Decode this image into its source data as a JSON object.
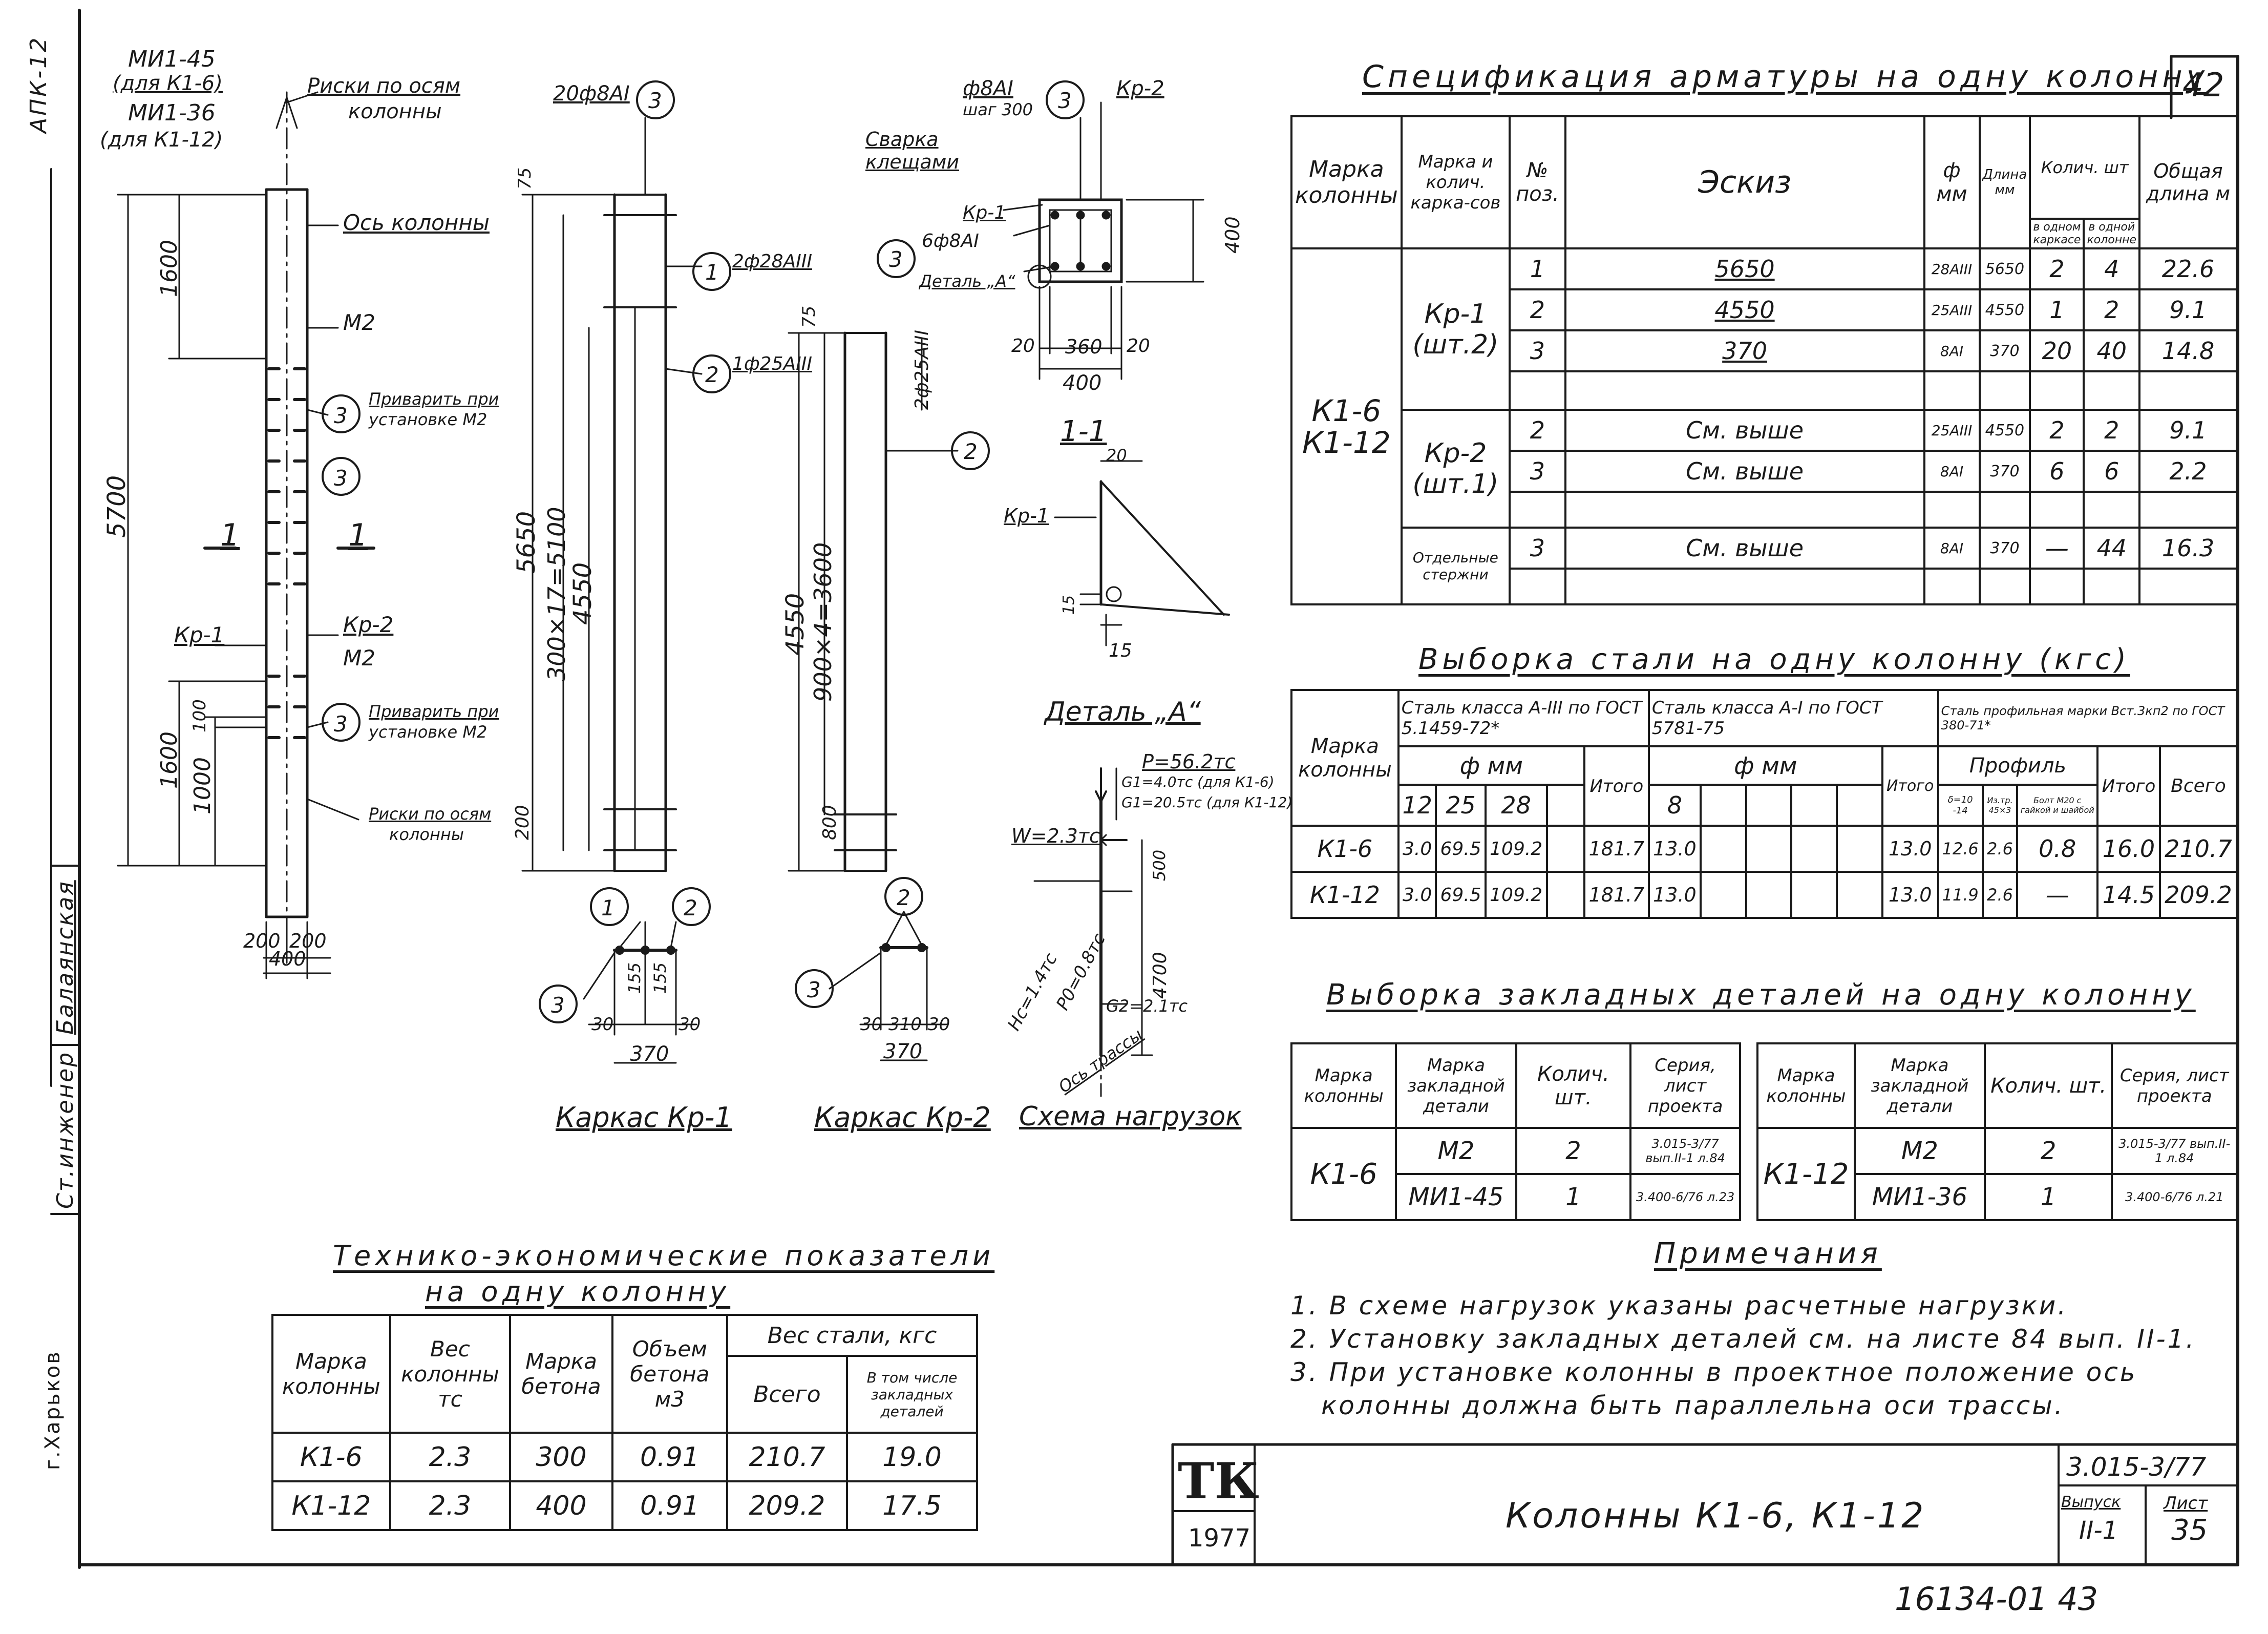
{
  "sheet": {
    "number": "42",
    "left_margin": {
      "tag": "АПК-12",
      "role": "Ст.инженер",
      "name": "Балаянская",
      "city": "г.Харьков"
    },
    "stamp_code": "16134-01 43"
  },
  "drawing": {
    "column_labels": {
      "mi_45": "МИ1-45",
      "mi_45_note": "(для К1-6)",
      "mi_36": "МИ1-36",
      "mi_36_note": "(для К1-12)",
      "riski_top_1": "Риски по осям",
      "riski_top_2": "колонны",
      "os_kolonny": "Ось колонны",
      "m2_a": "М2",
      "weld_a1": "Приварить при",
      "weld_a2": "установке М2",
      "kp2": "Кр-2",
      "kp1": "Кр-1",
      "m2_b": "М2",
      "weld_b1": "Приварить при",
      "weld_b2": "установке М2",
      "riski_bot_1": "Риски по осям",
      "riski_bot_2": "колонны",
      "section_1": "1",
      "pos_3": "3",
      "d_5700": "5700",
      "d_1600a": "1600",
      "d_1600b": "1600",
      "d_1000": "1000",
      "d_100": "100",
      "d_200a": "200",
      "d_200b": "200",
      "d_400": "400"
    },
    "kr1": {
      "bars_top": "20ф8АI",
      "bar1": "2ф28АIII",
      "bar2": "1ф25АIII",
      "d_5650": "5650",
      "d_4550": "4550",
      "d_grid": "300×17=5100",
      "d_75": "75",
      "d_200": "200",
      "sec_30a": "30",
      "sec_155a": "155",
      "sec_155b": "155",
      "sec_30b": "30",
      "sec_370": "370",
      "caption": "Каркас Кр-1"
    },
    "kr2": {
      "bars_top": "ф8АI",
      "step": "шаг 300",
      "label": "Кр-2",
      "bar2": "2ф25АIII",
      "d_4550": "4550",
      "d_grid": "900×4=3600",
      "d_800": "800",
      "d_75": "75",
      "sec_30a": "30",
      "sec_310": "310",
      "sec_30b": "30",
      "sec_370": "370",
      "caption": "Каркас Кр-2"
    },
    "section": {
      "weld": "Сварка клещами",
      "kp1": "Кр-1",
      "kp1_bars": "6ф8АI",
      "detail": "Деталь „А“",
      "d_20a": "20",
      "d_360": "360",
      "d_20b": "20",
      "d_400w": "400",
      "d_400h": "400",
      "title": "1-1"
    },
    "detail_a": {
      "kp1": "Кр-1",
      "d_20": "20",
      "d_15a": "15",
      "d_15b": "15",
      "title": "Деталь „А“"
    },
    "loads": {
      "p": "P=56.2тс",
      "g1a": "G1=4.0тс (для К1-6)",
      "g1b": "G1=20.5тс (для К1-12)",
      "w": "W=2.3тс",
      "hs": "Нс=1.4тс",
      "p0": "P0=0.8тс",
      "g2": "G2=2.1тс",
      "d_500": "500",
      "d_4700": "4700",
      "axis": "Ось трассы",
      "caption": "Схема нагрузок"
    }
  },
  "spec": {
    "title": "Спецификация арматуры на одну колонну",
    "headers": {
      "marka": "Марка колонны",
      "frame": "Марка и колич. карка-сов",
      "pos": "№ поз.",
      "sketch": "Эскиз",
      "diam": "ф мм",
      "len": "Длина мм",
      "count": "Колич. шт",
      "count_frame": "в одном каркасе",
      "count_col": "в одной колонне",
      "total": "Общая длина м"
    },
    "column_mark": "К1-6 К1-12",
    "frame_kr1": "Кр-1 (шт.2)",
    "frame_kr2": "Кр-2 (шт.1)",
    "frame_sep": "Отдельные стержни",
    "rows": [
      {
        "pos": "1",
        "sketch": "5650",
        "d": "28АIII",
        "len": "5650",
        "n1": "2",
        "n2": "4",
        "total": "22.6"
      },
      {
        "pos": "2",
        "sketch": "4550",
        "d": "25АIII",
        "len": "4550",
        "n1": "1",
        "n2": "2",
        "total": "9.1"
      },
      {
        "pos": "3",
        "sketch": "370",
        "d": "8АI",
        "len": "370",
        "n1": "20",
        "n2": "40",
        "total": "14.8"
      },
      {
        "pos": "2",
        "sketch": "См. выше",
        "d": "25АIII",
        "len": "4550",
        "n1": "2",
        "n2": "2",
        "total": "9.1"
      },
      {
        "pos": "3",
        "sketch": "См. выше",
        "d": "8АI",
        "len": "370",
        "n1": "6",
        "n2": "6",
        "total": "2.2"
      },
      {
        "pos": "3",
        "sketch": "См. выше",
        "d": "8АI",
        "len": "370",
        "n1": "—",
        "n2": "44",
        "total": "16.3"
      }
    ]
  },
  "steel": {
    "title": "Выборка стали на одну колонну (кгс)",
    "h_marka": "Марка колонны",
    "h_a3": "Сталь класса А-III по ГОСТ 5.1459-72*",
    "h_a1": "Сталь класса А-I по ГОСТ 5781-75",
    "h_prof": "Сталь профильная марки Вст.3кп2 по ГОСТ 380-71*",
    "h_fmm1": "ф мм",
    "h_fmm2": "ф мм",
    "h_profile": "Профиль",
    "h_12": "12",
    "h_25": "25",
    "h_28": "28",
    "h_itogo1": "Итого",
    "h_8": "8",
    "h_itogo2": "Итого",
    "h_p1": "δ=10 -14",
    "h_p2": "Из.тр. 45×3",
    "h_p3": "Болт М20 с гайкой и шайбой",
    "h_itogo3": "Итого",
    "h_vsego": "Всего",
    "rows": [
      {
        "mark": "К1-6",
        "v12": "3.0",
        "v25": "69.5",
        "v28": "109.2",
        "it1": "181.7",
        "v8": "13.0",
        "it2": "13.0",
        "p1": "12.6",
        "p2": "2.6",
        "p3": "0.8",
        "it3": "16.0",
        "all": "210.7"
      },
      {
        "mark": "К1-12",
        "v12": "3.0",
        "v25": "69.5",
        "v28": "109.2",
        "it1": "181.7",
        "v8": "13.0",
        "it2": "13.0",
        "p1": "11.9",
        "p2": "2.6",
        "p3": "—",
        "it3": "14.5",
        "all": "209.2"
      }
    ]
  },
  "embedded": {
    "title": "Выборка закладных деталей на одну колонну",
    "h_col": "Марка колонны",
    "h_det": "Марка закладной детали",
    "h_qty": "Колич. шт.",
    "h_ser": "Серия, лист проекта",
    "left": {
      "col": "К1-6",
      "rows": [
        {
          "det": "М2",
          "qty": "2",
          "ser": "3.015-3/77 вып.II-1 л.84"
        },
        {
          "det": "МИ1-45",
          "qty": "1",
          "ser": "3.400-6/76 л.23"
        }
      ]
    },
    "right": {
      "col": "К1-12",
      "rows": [
        {
          "det": "М2",
          "qty": "2",
          "ser": "3.015-3/77 вып.II-1 л.84"
        },
        {
          "det": "МИ1-36",
          "qty": "1",
          "ser": "3.400-6/76 л.21"
        }
      ]
    }
  },
  "notes": {
    "title": "Примечания",
    "items": [
      "1. В схеме нагрузок указаны расчетные нагрузки.",
      "2. Установку закладных деталей см. на листе 84 вып. II-1.",
      "3. При установке колонны в проектное положение ось",
      "колонны должна быть параллельна оси трассы."
    ]
  },
  "tep": {
    "title1": "Технико-экономические показатели",
    "title2": "на одну колонну",
    "h_mark": "Марка колонны",
    "h_weight": "Вес колонны тс",
    "h_concrete": "Марка бетона",
    "h_volume": "Объем бетона м3",
    "h_steel": "Вес стали, кгс",
    "h_total": "Всего",
    "h_incl": "В том числе закладных деталей",
    "rows": [
      {
        "mark": "К1-6",
        "weight": "2.3",
        "concrete": "300",
        "volume": "0.91",
        "total": "210.7",
        "incl": "19.0"
      },
      {
        "mark": "К1-12",
        "weight": "2.3",
        "concrete": "400",
        "volume": "0.91",
        "total": "209.2",
        "incl": "17.5"
      }
    ]
  },
  "titleblock": {
    "logo": "ТК",
    "year": "1977",
    "name": "Колонны К1-6, К1-12",
    "series": "3.015-3/77",
    "h_issue": "Выпуск",
    "issue": "II-1",
    "h_sheet": "Лист",
    "sheet": "35"
  }
}
